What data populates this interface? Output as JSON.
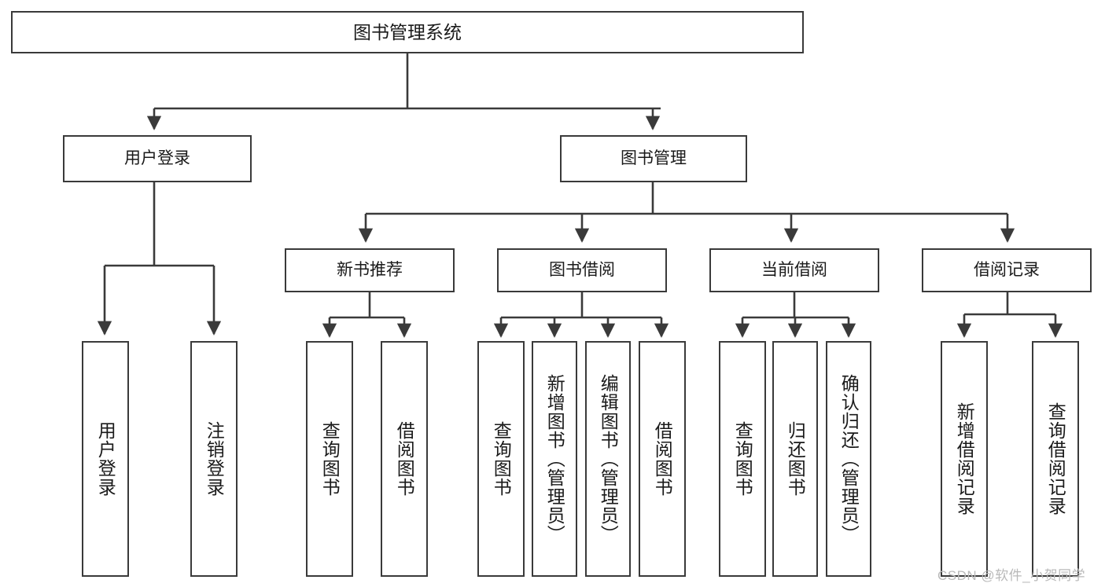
{
  "diagram": {
    "title": "图书管理系统",
    "type": "hierarchy-tree",
    "orientation": "top-down",
    "colors": {
      "box_border": "#3a3a3a",
      "box_fill": "#ffffff",
      "connector": "#3a3a3a",
      "text": "#1a1a1a",
      "watermark": "#b9b9b9"
    },
    "nodes": {
      "root": {
        "label": "图书管理系统"
      },
      "level2": [
        {
          "key": "user_login",
          "label": "用户登录"
        },
        {
          "key": "book_manage",
          "label": "图书管理"
        }
      ],
      "level3": [
        {
          "key": "new_book_rec",
          "label": "新书推荐"
        },
        {
          "key": "book_borrow",
          "label": "图书借阅"
        },
        {
          "key": "current_borrow",
          "label": "当前借阅"
        },
        {
          "key": "borrow_record",
          "label": "借阅记录"
        }
      ],
      "leaves": {
        "user_login": [
          {
            "label": "用户登录"
          },
          {
            "label": "注销登录"
          }
        ],
        "new_book_rec": [
          {
            "label": "查询图书"
          },
          {
            "label": "借阅图书"
          }
        ],
        "book_borrow": [
          {
            "label": "查询图书"
          },
          {
            "label": "新增图书（管理员）"
          },
          {
            "label": "编辑图书（管理员）"
          },
          {
            "label": "借阅图书"
          }
        ],
        "current_borrow": [
          {
            "label": "查询图书"
          },
          {
            "label": "归还图书"
          },
          {
            "label": "确认归还（管理员）"
          }
        ],
        "borrow_record": [
          {
            "label": "新增借阅记录"
          },
          {
            "label": "查询借阅记录"
          }
        ]
      }
    },
    "edges": [
      {
        "from": "图书管理系统",
        "to": "用户登录"
      },
      {
        "from": "图书管理系统",
        "to": "图书管理"
      },
      {
        "from": "用户登录",
        "to": "用户登录"
      },
      {
        "from": "用户登录",
        "to": "注销登录"
      },
      {
        "from": "图书管理",
        "to": "新书推荐"
      },
      {
        "from": "图书管理",
        "to": "图书借阅"
      },
      {
        "from": "图书管理",
        "to": "当前借阅"
      },
      {
        "from": "图书管理",
        "to": "借阅记录"
      },
      {
        "from": "新书推荐",
        "to": "查询图书"
      },
      {
        "from": "新书推荐",
        "to": "借阅图书"
      },
      {
        "from": "图书借阅",
        "to": "查询图书"
      },
      {
        "from": "图书借阅",
        "to": "新增图书（管理员）"
      },
      {
        "from": "图书借阅",
        "to": "编辑图书（管理员）"
      },
      {
        "from": "图书借阅",
        "to": "借阅图书"
      },
      {
        "from": "当前借阅",
        "to": "查询图书"
      },
      {
        "from": "当前借阅",
        "to": "归还图书"
      },
      {
        "from": "当前借阅",
        "to": "确认归还（管理员）"
      },
      {
        "from": "借阅记录",
        "to": "新增借阅记录"
      },
      {
        "from": "借阅记录",
        "to": "查询借阅记录"
      }
    ]
  },
  "watermark": {
    "text": "CSDN @软件_小贺同学"
  }
}
